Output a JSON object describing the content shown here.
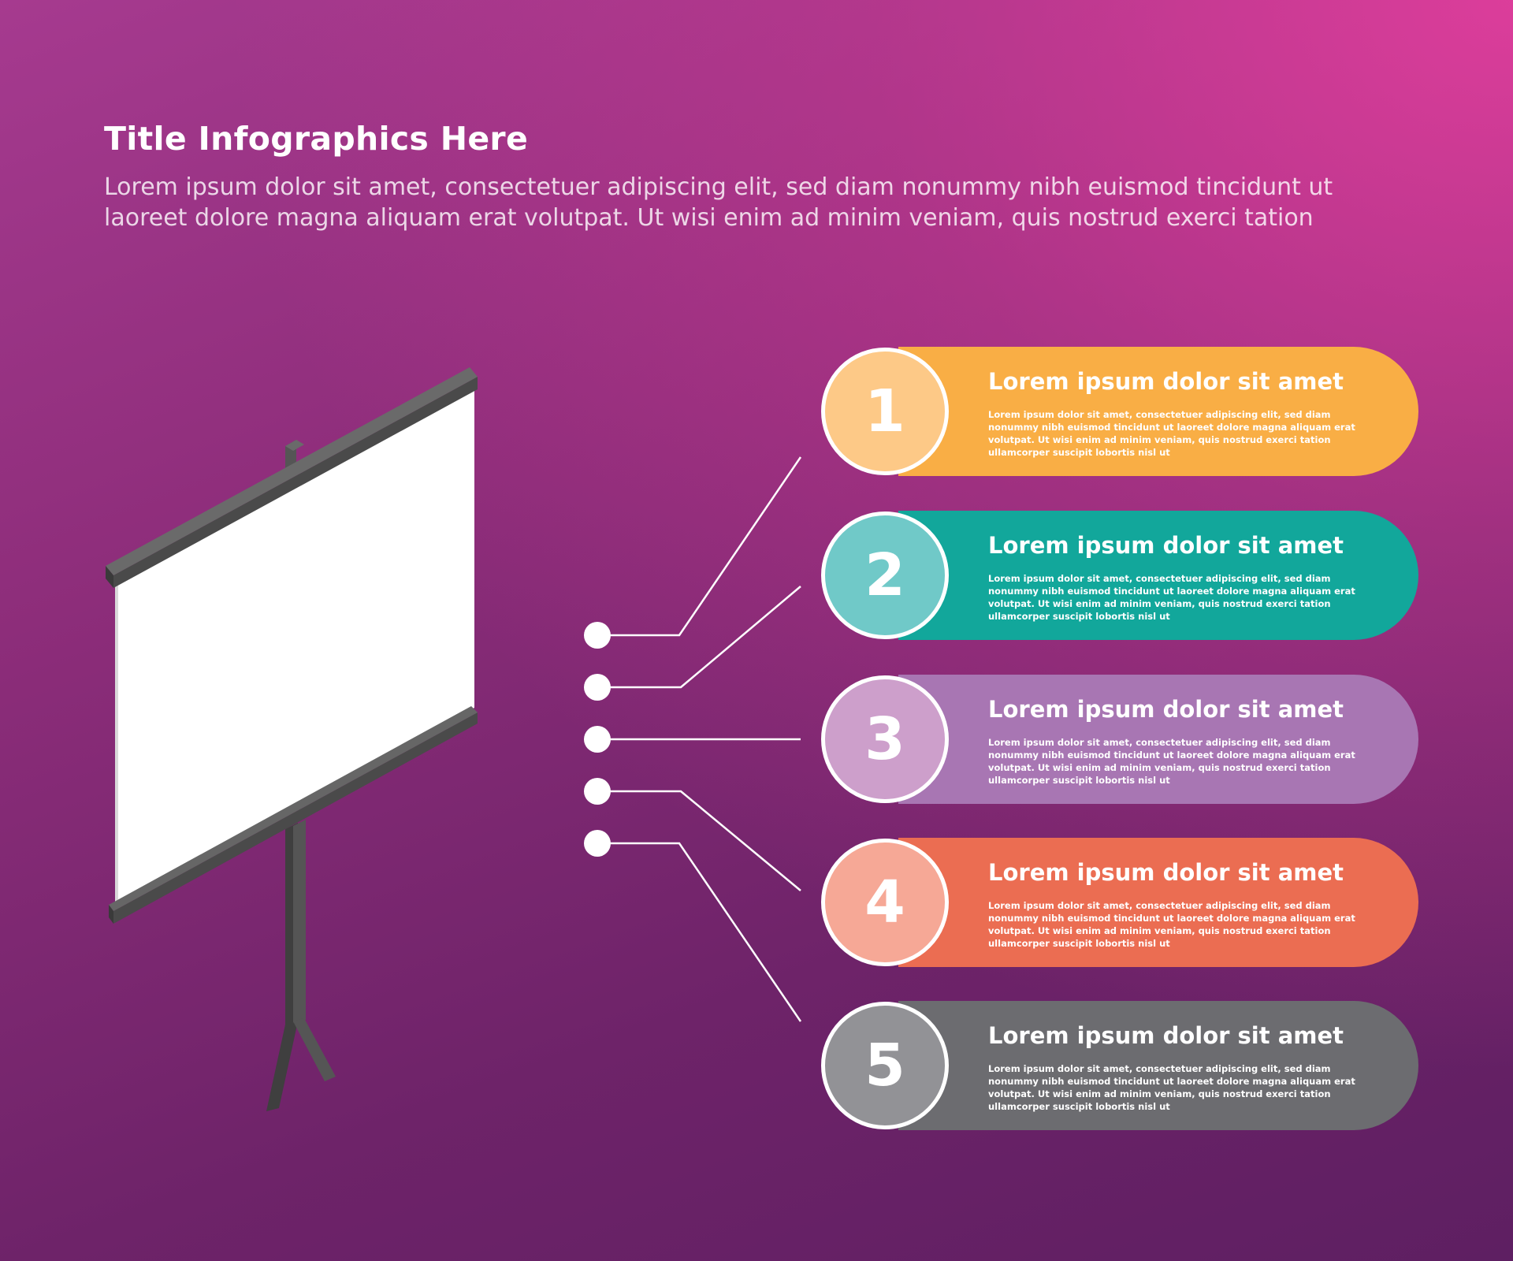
{
  "header": {
    "title": "Title Infographics Here",
    "subtitle": "Lorem ipsum dolor sit amet, consectetuer adipiscing elit, sed diam nonummy nibh euismod tincidunt ut laoreet dolore magna aliquam erat volutpat. Ut wisi enim ad minim veniam, quis nostrud exerci tation"
  },
  "colors": {
    "background_top_right": "#e2409a",
    "background_bottom_left": "#5e1f62",
    "screen": "#ffffff",
    "stand": "#4a4a4a"
  },
  "illustration": {
    "icon": "projection-screen-icon"
  },
  "items": [
    {
      "number": "1",
      "heading": "Lorem ipsum dolor sit amet",
      "body": "Lorem ipsum dolor sit amet, consectetuer adipiscing elit, sed diam nonummy nibh euismod tincidunt ut laoreet dolore magna aliquam erat volutpat. Ut wisi enim ad minim veniam, quis nostrud exerci tation ullamcorper suscipit lobortis nisl ut",
      "card_color": "#f9ae45",
      "circle_color": "#fdc987"
    },
    {
      "number": "2",
      "heading": "Lorem ipsum dolor sit amet",
      "body": "Lorem ipsum dolor sit amet, consectetuer adipiscing elit, sed diam nonummy nibh euismod tincidunt ut laoreet dolore magna aliquam erat volutpat. Ut wisi enim ad minim veniam, quis nostrud exerci tation ullamcorper suscipit lobortis nisl ut",
      "card_color": "#12a79b",
      "circle_color": "#70c9c8"
    },
    {
      "number": "3",
      "heading": "Lorem ipsum dolor sit amet",
      "body": "Lorem ipsum dolor sit amet, consectetuer adipiscing elit, sed diam nonummy nibh euismod tincidunt ut laoreet dolore magna aliquam erat volutpat. Ut wisi enim ad minim veniam, quis nostrud exerci tation ullamcorper suscipit lobortis nisl ut",
      "card_color": "#a876b3",
      "circle_color": "#cd9fcb"
    },
    {
      "number": "4",
      "heading": "Lorem ipsum dolor sit amet",
      "body": "Lorem ipsum dolor sit amet, consectetuer adipiscing elit, sed diam nonummy nibh euismod tincidunt ut laoreet dolore magna aliquam erat volutpat. Ut wisi enim ad minim veniam, quis nostrud exerci tation ullamcorper suscipit lobortis nisl ut",
      "card_color": "#eb6d52",
      "circle_color": "#f6a896"
    },
    {
      "number": "5",
      "heading": "Lorem ipsum dolor sit amet",
      "body": "Lorem ipsum dolor sit amet, consectetuer adipiscing elit, sed diam nonummy nibh euismod tincidunt ut laoreet dolore magna aliquam erat volutpat. Ut wisi enim ad minim veniam, quis nostrud exerci tation ullamcorper suscipit lobortis nisl ut",
      "card_color": "#6c6c70",
      "circle_color": "#929296"
    }
  ]
}
